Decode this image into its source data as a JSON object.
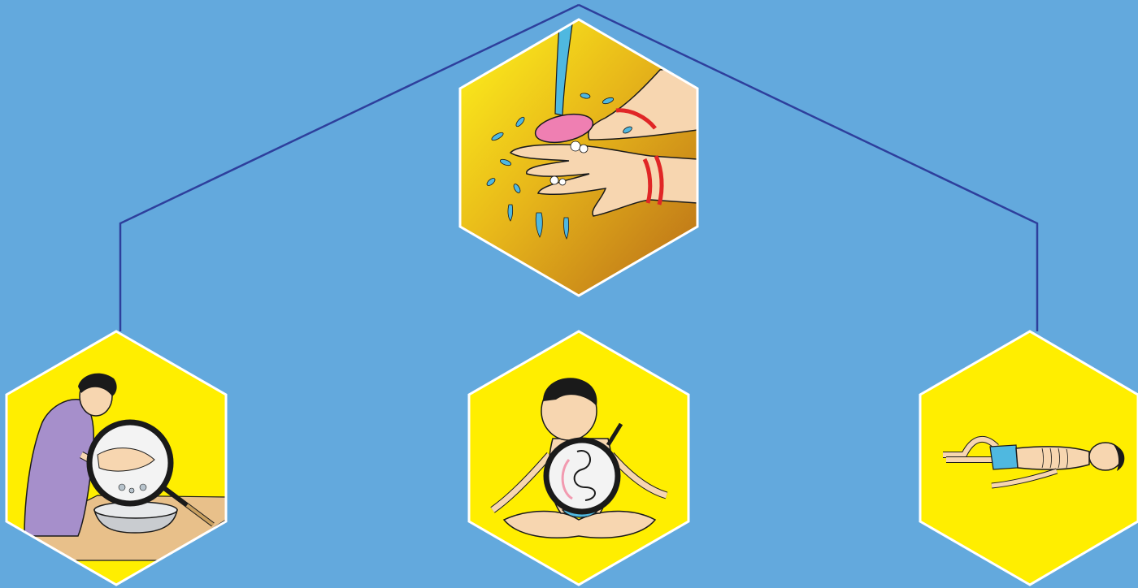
{
  "diagram": {
    "background_color": "#63a9dd",
    "connector_color": "#2e3f9c",
    "hex_outline_color": "#ffffff",
    "hex_fill_color": "#ffee00",
    "panels": [
      {
        "id": "handwashing",
        "icon": "handwashing-with-soap-icon"
      },
      {
        "id": "food-hygiene",
        "icon": "woman-washing-food-magnifier-icon"
      },
      {
        "id": "stomach-infection",
        "icon": "child-stomach-magnifier-icon"
      },
      {
        "id": "dehydration",
        "icon": "lying-emaciated-child-icon"
      }
    ]
  }
}
